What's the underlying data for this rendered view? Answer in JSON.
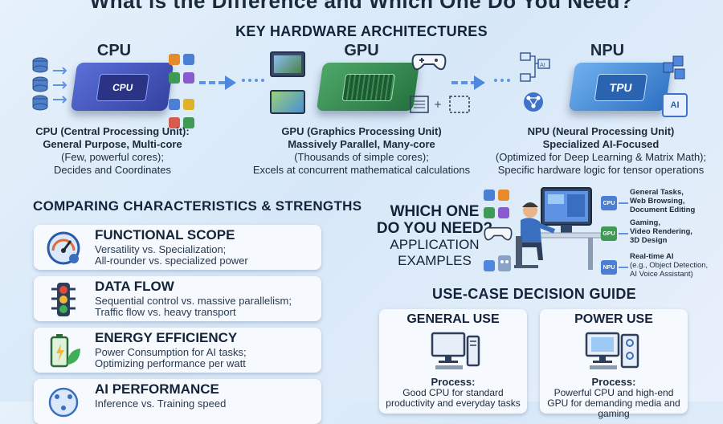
{
  "page": {
    "title": "What is the Difference and Which One Do You Need?",
    "section_architectures": "KEY HARDWARE ARCHITECTURES",
    "section_characteristics": "COMPARING CHARACTERISTICS & STRENGTHS",
    "section_guide": "USE-CASE DECISION GUIDE"
  },
  "hardware": [
    {
      "label": "CPU",
      "chip_text": "CPU",
      "name": "CPU (Central Processing Unit):",
      "headline": "General Purpose, Multi-core",
      "detail1": "(Few, powerful cores);",
      "detail2": "Decides and Coordinates"
    },
    {
      "label": "GPU",
      "chip_text": "",
      "name": "GPU (Graphics Processing Unit)",
      "headline": "Massively Parallel, Many-core",
      "detail1": "(Thousands of simple cores);",
      "detail2": "Excels at concurrent mathematical calculations"
    },
    {
      "label": "NPU",
      "chip_text": "TPU",
      "name": "NPU (Neural Processing Unit)",
      "headline": "Specialized AI-Focused",
      "detail1": "(Optimized for Deep Learning & Matrix Math);",
      "detail2": "Specific hardware logic for tensor operations"
    }
  ],
  "characteristics": [
    {
      "title": "FUNCTIONAL SCOPE",
      "line1": "Versatility vs. Specialization;",
      "line2": "All-rounder vs. specialized power",
      "icon": "gauge-icon"
    },
    {
      "title": "DATA FLOW",
      "line1": "Sequential control vs. massive parallelism;",
      "line2": "Traffic flow vs. heavy transport",
      "icon": "traffic-light-icon"
    },
    {
      "title": "ENERGY EFFICIENCY",
      "line1": "Power Consumption for AI tasks;",
      "line2": "Optimizing performance per watt",
      "icon": "battery-leaf-icon"
    },
    {
      "title": "AI PERFORMANCE",
      "line1": "Inference vs. Training speed",
      "line2": "",
      "icon": "brain-network-icon"
    }
  ],
  "which_one": {
    "line1": "WHICH ONE",
    "line2": "DO YOU NEED?",
    "line3": "APPLICATION",
    "line4": "EXAMPLES"
  },
  "applications": [
    {
      "chip": "CPU",
      "l1": "General Tasks,",
      "l2": "Web Browsing,",
      "l3": "Document Editing",
      "color": "#4a7fd4"
    },
    {
      "chip": "GPU",
      "l1": "Gaming,",
      "l2": "Video Rendering,",
      "l3": "3D Design",
      "color": "#3f9a55"
    },
    {
      "chip": "NPU",
      "l1": "Real-time AI",
      "l2": "(e.g., Object Detection,",
      "l3": "AI Voice Assistant)",
      "color": "#4a7fd4"
    }
  ],
  "guide": [
    {
      "title": "GENERAL USE",
      "process": "Process:",
      "text1": "Good CPU for standard",
      "text2": "productivity and everyday tasks"
    },
    {
      "title": "POWER USE",
      "process": "Process:",
      "text1": "Powerful CPU and high-end",
      "text2": "GPU for demanding media and gaming"
    }
  ],
  "colors": {
    "accent_blue": "#4f86de",
    "cpu_chip": "#4a5fc4",
    "gpu_chip": "#2f8a4c",
    "npu_chip": "#3a86d8"
  }
}
